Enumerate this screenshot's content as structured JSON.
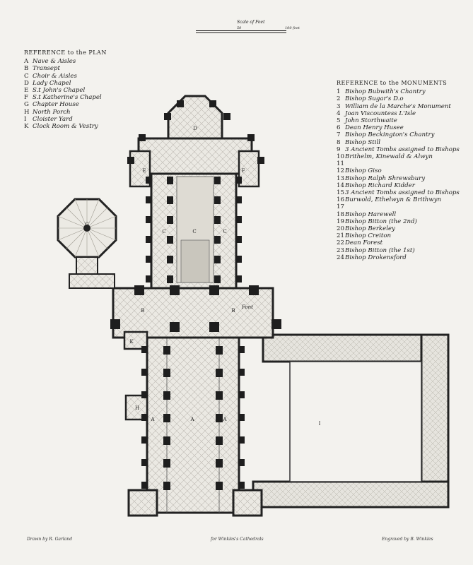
{
  "scale": {
    "label": "Scale of Feet",
    "ticks": [
      "50",
      "100 feet"
    ]
  },
  "plan_legend": {
    "title": "REFERENCE to the PLAN",
    "items": [
      {
        "key": "A",
        "text": "Nave & Aisles"
      },
      {
        "key": "B",
        "text": "Transept"
      },
      {
        "key": "C",
        "text": "Choir & Aisles"
      },
      {
        "key": "D",
        "text": "Lady Chapel"
      },
      {
        "key": "E",
        "text": "S.t John's Chapel"
      },
      {
        "key": "F",
        "text": "S.t Katherine's Chapel"
      },
      {
        "key": "G",
        "text": "Chapter House"
      },
      {
        "key": "H",
        "text": "North Porch"
      },
      {
        "key": "I",
        "text": "Cloister Yard"
      },
      {
        "key": "K",
        "text": "Clock Room & Vestry"
      }
    ]
  },
  "monument_legend": {
    "title": "REFERENCE to the MONUMENTS",
    "items": [
      {
        "key": "1",
        "text": "Bishop Bubwith's Chantry"
      },
      {
        "key": "2",
        "text": "Bishop Sugar's D.o"
      },
      {
        "key": "3",
        "text": "William de la Marche's Monument"
      },
      {
        "key": "4",
        "text": "Joan Viscountess L'Isle"
      },
      {
        "key": "5",
        "text": "John Storthwaite"
      },
      {
        "key": "6",
        "text": "Dean Henry Husee"
      },
      {
        "key": "7",
        "text": "Bishop Beckington's Chantry"
      },
      {
        "key": "8",
        "text": "Bishop Still"
      },
      {
        "key": "9",
        "text": "3 Ancient Tombs assigned to Bishops"
      },
      {
        "key": "10",
        "text": "Brithelm, Kinewald & Alwyn"
      },
      {
        "key": "11",
        "text": ""
      },
      {
        "key": "12",
        "text": "Bishop Giso"
      },
      {
        "key": "13",
        "text": "Bishop Ralph Shrewsbury"
      },
      {
        "key": "14",
        "text": "Bishop Richard Kidder"
      },
      {
        "key": "15",
        "text": "3 Ancient Tombs assigned to Bishops"
      },
      {
        "key": "16",
        "text": "Burwold, Ethelwyn & Brithwyn"
      },
      {
        "key": "17",
        "text": ""
      },
      {
        "key": "18",
        "text": "Bishop Harewell"
      },
      {
        "key": "19",
        "text": "Bishop Bitton (the 2nd)"
      },
      {
        "key": "20",
        "text": "Bishop Berkeley"
      },
      {
        "key": "21",
        "text": "Bishop Creiton"
      },
      {
        "key": "22",
        "text": "Dean Forest"
      },
      {
        "key": "23",
        "text": "Bishop Bitton (the 1st)"
      },
      {
        "key": "24",
        "text": "Bishop Drokensford"
      }
    ]
  },
  "plan_labels": {
    "nave": "A",
    "transept": "B",
    "choir": "C",
    "lady_chapel": "D",
    "st_john": "E",
    "st_katherine": "F",
    "chapter_house": "G",
    "north_porch": "H",
    "cloister": "I",
    "clock_room": "K",
    "font": "Font"
  },
  "footer": {
    "left": "Drawn by R. Garland",
    "center": "for Winkles's Cathedrals",
    "right": "Engraved by B. Winkles"
  }
}
